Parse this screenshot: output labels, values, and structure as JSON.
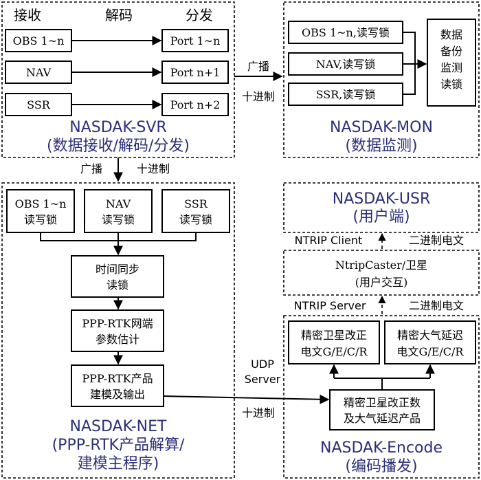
{
  "svr": {
    "headers": [
      "接收",
      "解码",
      "分发"
    ],
    "inputs": [
      "OBS 1~n",
      "NAV",
      "SSR"
    ],
    "ports": [
      "Port 1~n",
      "Port n+1",
      "Port n+2"
    ],
    "title": "NASDAK-SVR",
    "subtitle": "(数据接收/解码/分发)"
  },
  "links": {
    "svr_mon_top": "广播",
    "svr_mon_bottom": "十进制",
    "svr_net_left": "广播",
    "svr_net_right": "十进制",
    "udp_line1": "UDP",
    "udp_line2": "Server",
    "udp_bottom": "十进制",
    "ntrip_server": "NTRIP Server",
    "server_binary": "二进制电文",
    "ntrip_client": "NTRIP Client",
    "client_binary": "二进制电文"
  },
  "mon": {
    "inputs": [
      "OBS 1~n,读写锁",
      "NAV,读写锁",
      "SSR,读写锁"
    ],
    "backup": [
      "数据",
      "备份",
      "监测",
      "读锁"
    ],
    "title": "NASDAK-MON",
    "subtitle": "(数据监测)"
  },
  "net": {
    "inputs": [
      [
        "OBS 1~n",
        "读写锁"
      ],
      [
        "NAV",
        "读写锁"
      ],
      [
        "SSR",
        "读写锁"
      ]
    ],
    "steps": [
      [
        "时间同步",
        "读锁"
      ],
      [
        "PPP-RTK网端",
        "参数估计"
      ],
      [
        "PPP-RTK产品",
        "建模及输出"
      ]
    ],
    "title": "NASDAK-NET",
    "subtitle1": "(PPP-RTK产品解算/",
    "subtitle2": "建模主程序)"
  },
  "usr": {
    "title": "NASDAK-USR",
    "subtitle": "(用户端)"
  },
  "caster": {
    "line1": "NtripCaster/卫星",
    "line2": "(用户交互)"
  },
  "encode": {
    "left": [
      "精密卫星改正",
      "电文G/E/C/R"
    ],
    "right": [
      "精密大气延迟",
      "电文G/E/C/R"
    ],
    "product": [
      "精密卫星改正数",
      "及大气延迟产品"
    ],
    "title": "NASDAK-Encode",
    "subtitle": "(编码播发)"
  }
}
